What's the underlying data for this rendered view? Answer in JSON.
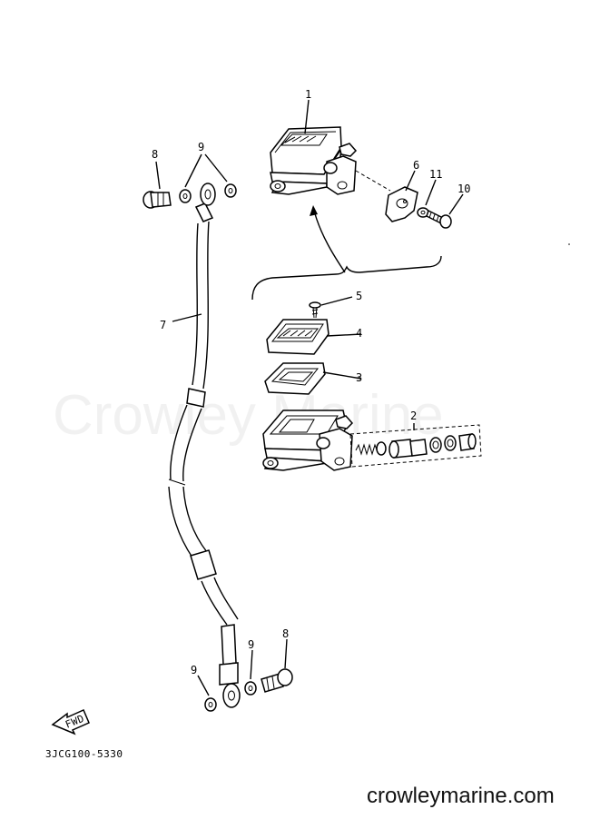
{
  "diagram": {
    "watermark": "Crowley Marine",
    "website": "crowleymarine.com",
    "diagram_code": "3JCG100-5330",
    "fwd_label": "FWD",
    "callouts": [
      {
        "id": "callout-1",
        "text": "1"
      },
      {
        "id": "callout-2",
        "text": "2"
      },
      {
        "id": "callout-3",
        "text": "3"
      },
      {
        "id": "callout-4",
        "text": "4"
      },
      {
        "id": "callout-5",
        "text": "5"
      },
      {
        "id": "callout-6",
        "text": "6"
      },
      {
        "id": "callout-7",
        "text": "7"
      },
      {
        "id": "callout-8-top",
        "text": "8"
      },
      {
        "id": "callout-9-top",
        "text": "9"
      },
      {
        "id": "callout-10",
        "text": "10"
      },
      {
        "id": "callout-11",
        "text": "11"
      },
      {
        "id": "callout-9-bottom-left",
        "text": "9"
      },
      {
        "id": "callout-9-bottom-right",
        "text": "9"
      },
      {
        "id": "callout-8-bottom",
        "text": "8"
      }
    ]
  }
}
